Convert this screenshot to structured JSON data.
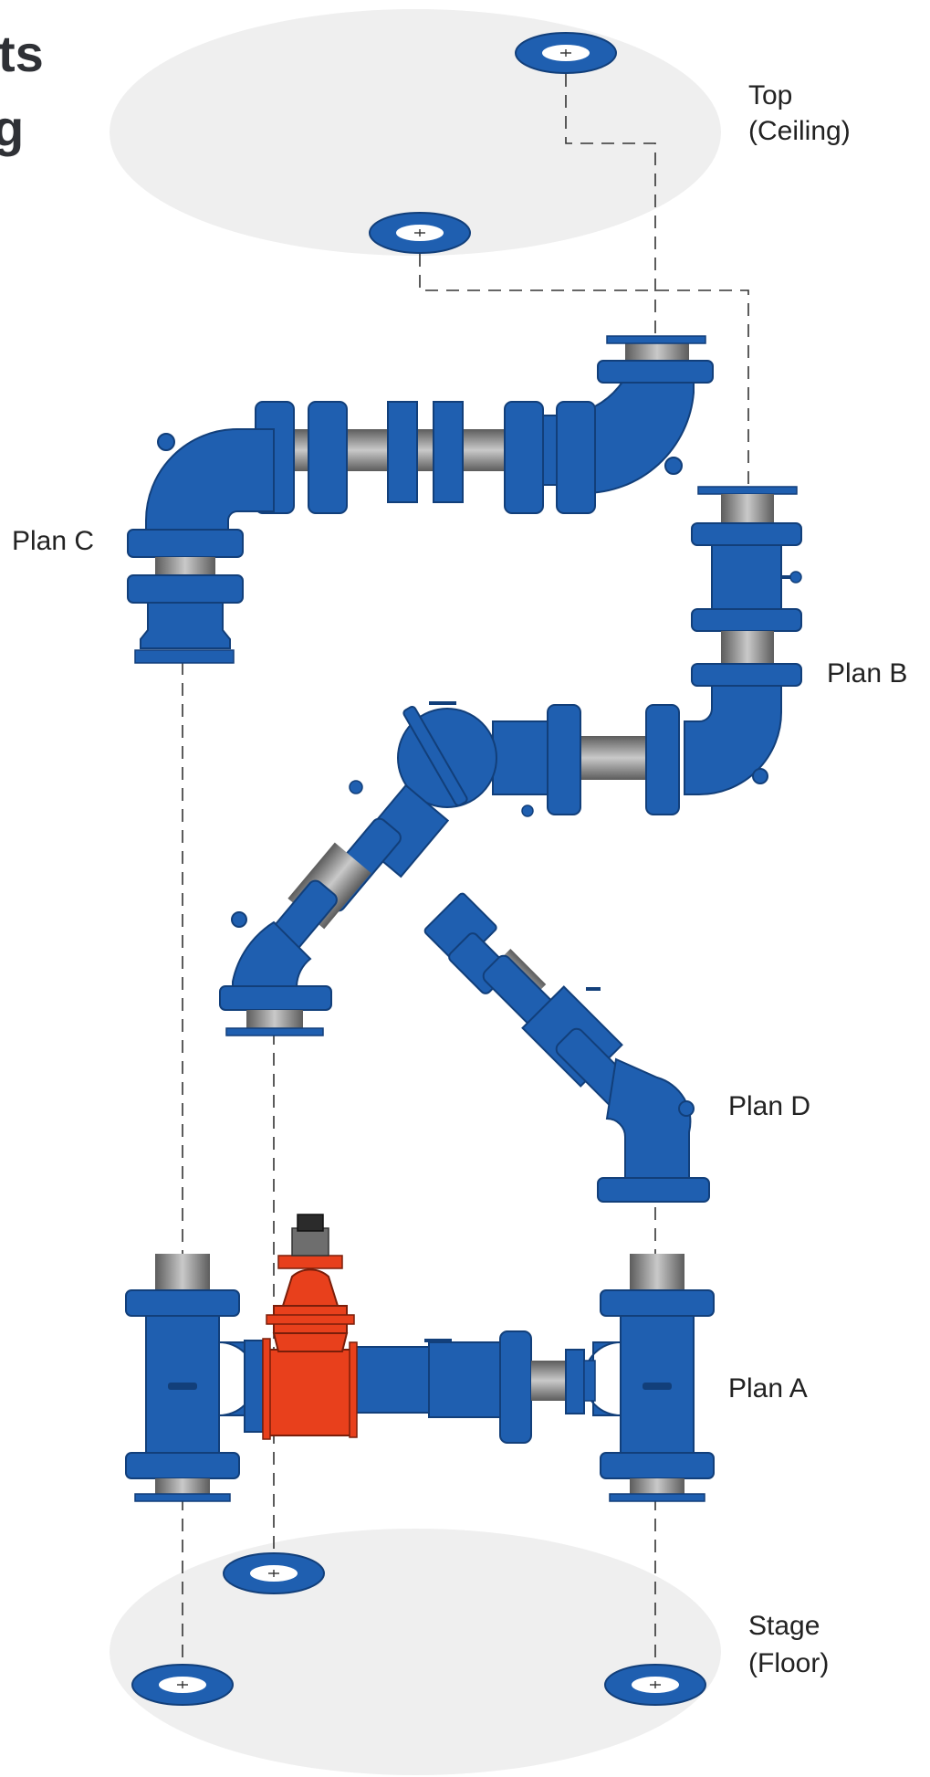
{
  "title": {
    "line1": "ts",
    "line2": "g"
  },
  "labels": {
    "top_line1": "Top",
    "top_line2": "(Ceiling)",
    "stage_line1": "Stage",
    "stage_line2": "(Floor)",
    "plan_a": "Plan A",
    "plan_b": "Plan B",
    "plan_c": "Plan C",
    "plan_d": "Plan D"
  },
  "colors": {
    "pipe_blue": "#1f5fb0",
    "pipe_blue_dark": "#123f7a",
    "steel_grey": "#8a8a8a",
    "valve_orange": "#e8401c",
    "plane_grey": "#efefef"
  }
}
